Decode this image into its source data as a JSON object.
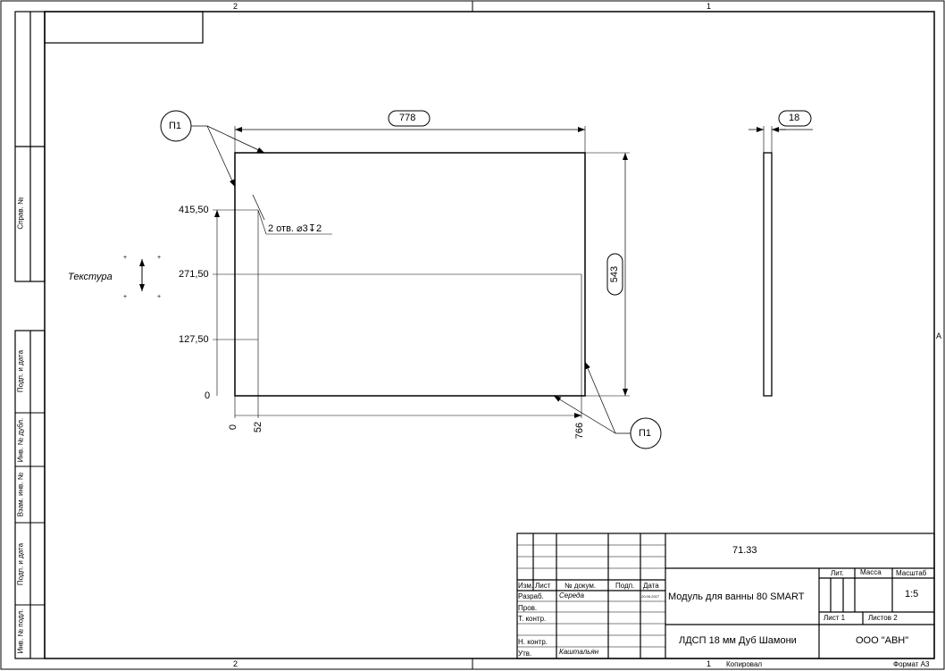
{
  "zones": {
    "top_left": "2",
    "top_right": "1",
    "bottom_left": "2",
    "bottom_right": "1",
    "right": "A"
  },
  "side_labels": [
    "Справ. №",
    "Подп. и дата",
    "Инв. № дубл.",
    "Взам. инв. №",
    "Подп. и дата",
    "Инв. № подл."
  ],
  "drawing": {
    "callout": "П1",
    "width_dim": "778",
    "height_dim": "543",
    "thickness_dim": "18",
    "hole_note": "2 отв. ⌀3↧2",
    "texture_label": "Текстура",
    "y_coords": [
      "415,50",
      "271,50",
      "127,50",
      "0"
    ],
    "x_coords": [
      "0",
      "52",
      "766"
    ]
  },
  "title_block": {
    "doc_number": "71.33",
    "title": "Модуль для ванны 80 SMART",
    "material": "ЛДСП 18 мм Дуб Шамони",
    "company": "ООО \"АВН\"",
    "headers": {
      "izm": "Изм.",
      "list": "Лист",
      "doc": "№ докум.",
      "sign": "Подп.",
      "date": "Дата"
    },
    "roles": {
      "developer": "Разраб.",
      "checker": "Пров.",
      "tcontrol": "Т. контр.",
      "ncontrol": "Н. контр.",
      "approved": "Утв."
    },
    "developer_name": "Середа",
    "developer_date": "20.09.2017",
    "approver_name": "Каштальян",
    "lit": "Лит.",
    "mass": "Масса",
    "scale_label": "Масштаб",
    "scale": "1:5",
    "sheet": "Лист 1",
    "sheets": "Листов 2"
  },
  "footer": {
    "copied": "Копировал",
    "format": "Формат A3"
  }
}
